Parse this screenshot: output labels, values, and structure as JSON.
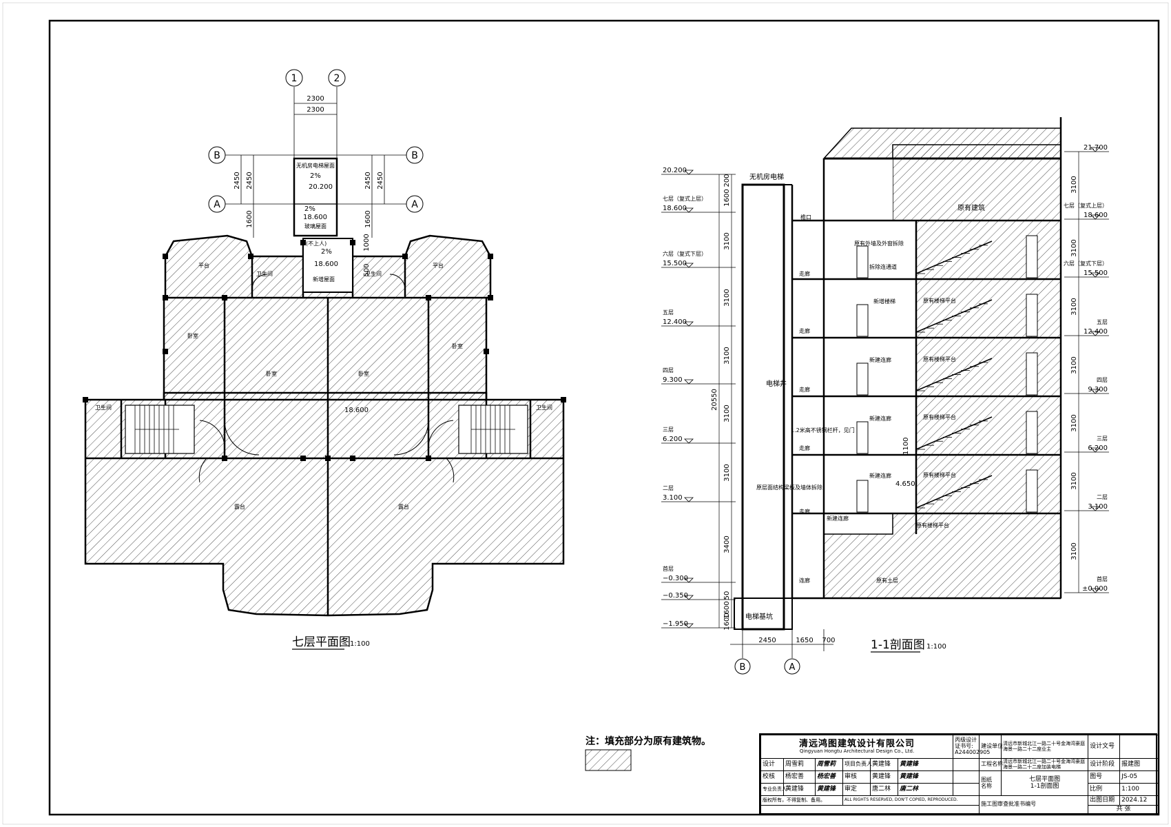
{
  "plan": {
    "title": "七层平面图",
    "scale": "1:100",
    "grid_cols": [
      "1",
      "2"
    ],
    "grid_rows": [
      "B",
      "A"
    ],
    "dims": [
      "2300",
      "2300",
      "2450",
      "2450",
      "1600",
      "500",
      "1000"
    ],
    "roof_top": "无机房电梯屋面",
    "roof_slope": "2%",
    "roof_level": "20.200",
    "canopy_level": "18.600",
    "canopy_label": "玻璃屋面",
    "no_access": "(不上人)",
    "new_roof_label": "新增屋面",
    "new_roof_level": "18.600",
    "room_balcony": "平台",
    "room_bath": "卫生间",
    "room_bedroom": "卧室",
    "room_terrace": "露台",
    "floor_level": "18.600"
  },
  "section": {
    "title": "1-1剖面图",
    "scale": "1:100",
    "axes": [
      "B",
      "A"
    ],
    "bottom_dims": [
      "2450",
      "1650",
      "700"
    ],
    "levels_left": [
      {
        "name": "",
        "value": "20.200"
      },
      {
        "name": "七层（复式上层）",
        "value": "18.600"
      },
      {
        "name": "六层（复式下层）",
        "value": "15.500"
      },
      {
        "name": "五层",
        "value": "12.400"
      },
      {
        "name": "四层",
        "value": "9.300"
      },
      {
        "name": "三层",
        "value": "6.200"
      },
      {
        "name": "二层",
        "value": "3.100"
      },
      {
        "name": "首层",
        "value": "−0.300"
      },
      {
        "name": "",
        "value": "−0.350"
      },
      {
        "name": "",
        "value": "−1.950"
      }
    ],
    "left_dims": [
      "200",
      "1600",
      "3100",
      "3100",
      "3100",
      "3100",
      "3100",
      "3400",
      "50",
      "1600",
      "1600"
    ],
    "total_dim": "20550",
    "levels_right": [
      {
        "name": "",
        "value": "21.700"
      },
      {
        "name": "七层（复式上层）",
        "value": "18.600"
      },
      {
        "name": "六层（复式下层）",
        "value": "15.500"
      },
      {
        "name": "五层",
        "value": "12.400"
      },
      {
        "name": "四层",
        "value": "9.300"
      },
      {
        "name": "三层",
        "value": "6.200"
      },
      {
        "name": "二层",
        "value": "3.100"
      },
      {
        "name": "首层",
        "value": "±0.000"
      }
    ],
    "right_dims": [
      "3100",
      "3100",
      "3100",
      "3100",
      "3100",
      "3100",
      "3100"
    ],
    "shaft_label": "电梯井",
    "machine_label": "无机房电梯",
    "pit_label": "电梯基坑",
    "existing_building": "原有建筑",
    "existing_stair_platform": "原有楼梯平台",
    "new_corridor": "新建连廊",
    "corridor": "走廊",
    "new_door": "新增楼梯",
    "wall_note": "原有外墙及外窗拆除",
    "new_passage": "拆除连通道",
    "railing": "1.2米高不锈钢栏杆，见门",
    "lower_note": "原层面结构梁板及墙体拆除",
    "level_4650": "4.650",
    "dim_1100": "1100",
    "existing_floor": "原有土层",
    "existing_corridor": "连廊",
    "eave": "檐口"
  },
  "legend": {
    "note": "注：填充部分为原有建筑物。"
  },
  "titleblock": {
    "company": "清远鸿图建筑设计有限公司",
    "company_en": "Qingyuan Hongtu Architectural Design Co., Ltd.",
    "cert_label": "丙级设计证书号:",
    "cert_no": "A244002905",
    "client_label": "建设单位",
    "client": "清远市新城北江一路二十号金海湾豪庭海景一路二十二座业主",
    "project_label": "工程名称",
    "project": "清远市新城北江一路二十号金海湾豪庭海景一路二十二座加装电梯",
    "drawing_label": "图纸",
    "drawing_label2": "名称",
    "drawing_name1": "七层平面图",
    "drawing_name2": "1-1剖面图",
    "r1": [
      "设计",
      "周雪莉",
      "项目负责人",
      "黄建锋"
    ],
    "r2": [
      "校核",
      "杨宏善",
      "审核",
      "黄建锋"
    ],
    "r3": [
      "专业负责人",
      "黄建锋",
      "审定",
      "唐二林"
    ],
    "doc_label": "设计文号",
    "stage_label": "设计阶段",
    "stage": "报建图",
    "no_label": "图号",
    "no": "JS-05",
    "scale_label": "比例",
    "scale": "1:100",
    "date_label": "出图日期",
    "date": "2024.12",
    "footer": "版权所有，不得复制、备用。",
    "footer_en": "ALL RIGHTS RESERVED, DON'T COPIED, REPRODUCED.",
    "review_label": "施工图审查批准书编号",
    "sheets_label": "共 张"
  }
}
